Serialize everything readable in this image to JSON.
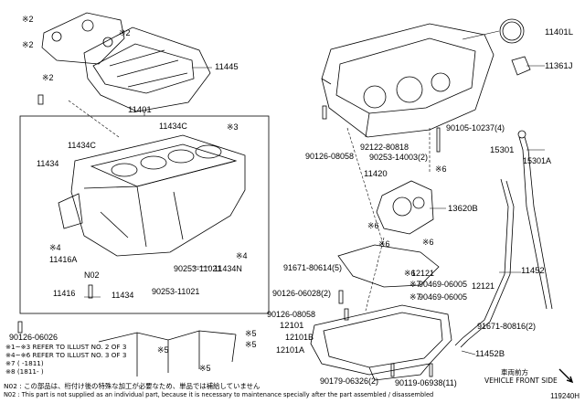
{
  "parts": {
    "p11401": "11401",
    "p11434c_top": "11434C",
    "p11434c_left": "11434C",
    "p11434": "11434",
    "p11416a": "11416A",
    "p11416": "11416",
    "p11434_bottom": "11434",
    "n02": "N02",
    "p11434n": "11434N",
    "p90253_11021_a": "90253-11021",
    "p90253_11021_b": "90253-11021",
    "p11445": "11445",
    "p11420": "11420",
    "p11401l": "11401L",
    "p11361j": "11361J",
    "p90105": "90105-10237(4)",
    "p90126_08058_top": "90126-08058",
    "p92122": "92122-80818",
    "p90253_14003": "90253-14003(2)",
    "p15301": "15301",
    "p15301a": "15301A",
    "p13620b": "13620B",
    "p91671_80614": "91671-80614(5)",
    "p12121_a": "12121",
    "p12121_b": "12121",
    "p90469_a": "90469-06005",
    "p90469_b": "90469-06005",
    "p11452": "11452",
    "p90126_06028": "90126-06028(2)",
    "p90126_08058_bottom": "90126-08058",
    "p12101": "12101",
    "p12101b": "12101B",
    "p12101a": "12101A",
    "p91671_80816": "91671-80816(2)",
    "p11452b": "11452B",
    "p90179": "90179-06326(2)",
    "p90119": "90119-06938(11)",
    "p90126_06026": "90126-06026"
  },
  "markers": {
    "m2a": "※2",
    "m2b": "※2",
    "m2c": "※2",
    "m2d": "※2",
    "m3a": "※3",
    "m4a": "※4",
    "m4b": "※4",
    "m5a": "※5",
    "m5b": "※5",
    "m5c": "※5",
    "m5d": "※5",
    "m6a": "※6",
    "m6b": "※6",
    "m6c": "※6",
    "m6d": "※6",
    "m6e": "※6",
    "m7a": "※7",
    "m7b": "※7"
  },
  "notes": {
    "n1": "※1~※3  REFER TO ILLUST NO. 2 OF 3",
    "n2": "※4~※6  REFER TO ILLUST NO. 3 OF 3",
    "n3": "※7  (     -1811)",
    "n4": "※8  (1811-     )"
  },
  "front": {
    "jp": "車両前方",
    "en": "VEHICLE FRONT SIDE"
  },
  "footer": {
    "line1": "N02 : この部品は、桁付け後の特殊な加工が必要なため、単品では補給していません",
    "line2": "N02 : This part is not supplied as an individual part, because it is necessary to maintenance specially after the part assembled / disassembled"
  },
  "illust_id": "119240H"
}
